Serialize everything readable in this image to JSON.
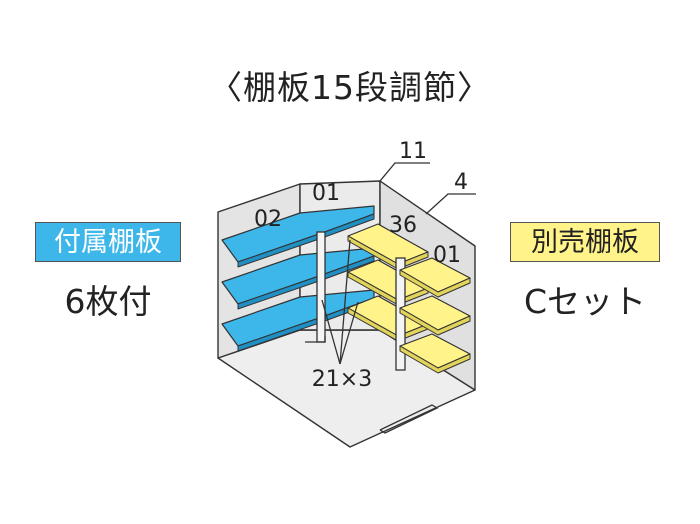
{
  "title": "〈棚板15段調節〉",
  "included_shelves": {
    "label": "付属棚板",
    "quantity": "6枚付"
  },
  "optional_shelves": {
    "label": "別売棚板",
    "set": "Cセット"
  },
  "diagram": {
    "labels": {
      "left_upper": "02",
      "back_upper": "01",
      "top_leader": "11",
      "right_leader": "4",
      "right_back": "36",
      "right_front": "01",
      "posts": "21×3"
    }
  },
  "colors": {
    "included_shelf": "#3db6e9",
    "included_shelf_edge": "#1f8fc4",
    "optional_shelf": "#fff389",
    "optional_shelf_edge": "#e2d35a"
  }
}
